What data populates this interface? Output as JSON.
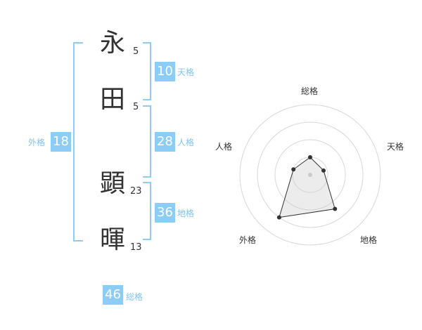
{
  "name": {
    "chars": [
      {
        "char": "永",
        "strokes": "5"
      },
      {
        "char": "田",
        "strokes": "5"
      },
      {
        "char": "顕",
        "strokes": "23"
      },
      {
        "char": "暉",
        "strokes": "13"
      }
    ]
  },
  "kakusu": {
    "tenkaku": {
      "value": "10",
      "label": "天格"
    },
    "jinkaku": {
      "value": "28",
      "label": "人格"
    },
    "chikaku": {
      "value": "36",
      "label": "地格"
    },
    "gaikaku": {
      "value": "18",
      "label": "外格"
    },
    "soukaku": {
      "value": "46",
      "label": "総格"
    }
  },
  "chart_data": {
    "type": "radar",
    "axes": [
      "総格",
      "天格",
      "地格",
      "外格",
      "人格"
    ],
    "values": [
      0.25,
      0.2,
      0.6,
      0.75,
      0.25
    ],
    "max": 1,
    "rings": 4
  }
}
